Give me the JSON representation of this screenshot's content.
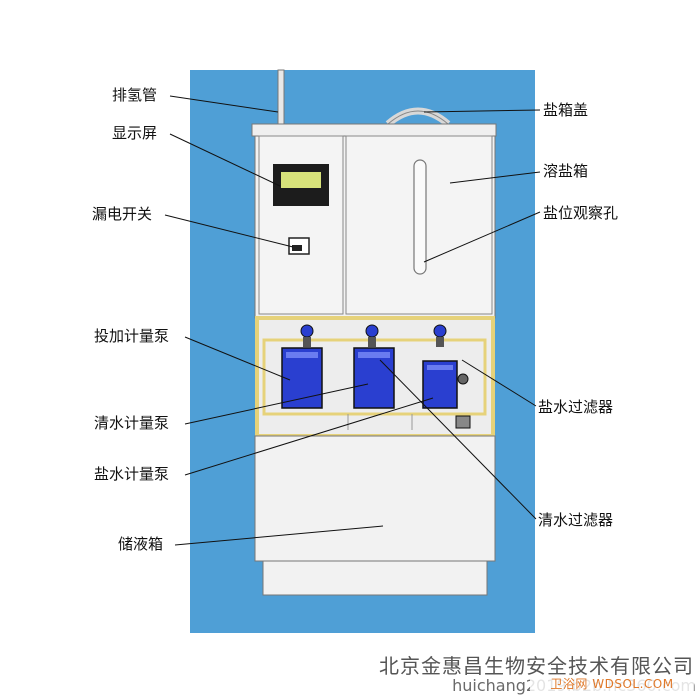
{
  "labels": {
    "hydrogen_vent_pipe": "排氢管",
    "display_screen": "显示屏",
    "leakage_switch": "漏电开关",
    "dosing_pump": "投加计量泵",
    "fresh_water_pump": "清水计量泵",
    "brine_pump": "盐水计量泵",
    "storage_tank": "储液箱",
    "salt_tank_lid": "盐箱盖",
    "salt_dissolving_tank": "溶盐箱",
    "salt_level_window": "盐位观察孔",
    "brine_filter": "盐水过滤器",
    "fresh_water_filter": "清水过滤器"
  },
  "footer": {
    "company": "北京金惠昌生物安全技术有限公司",
    "website": "huichang2019.b2b.hc360.com",
    "watermark": "卫浴网 WDSOL.COM"
  },
  "colors": {
    "background_panel": "#4f9fd6",
    "cabinet": "#f2f2f2",
    "pump_blue": "#2a3fd0",
    "frame_yellow": "#e6d27a"
  }
}
